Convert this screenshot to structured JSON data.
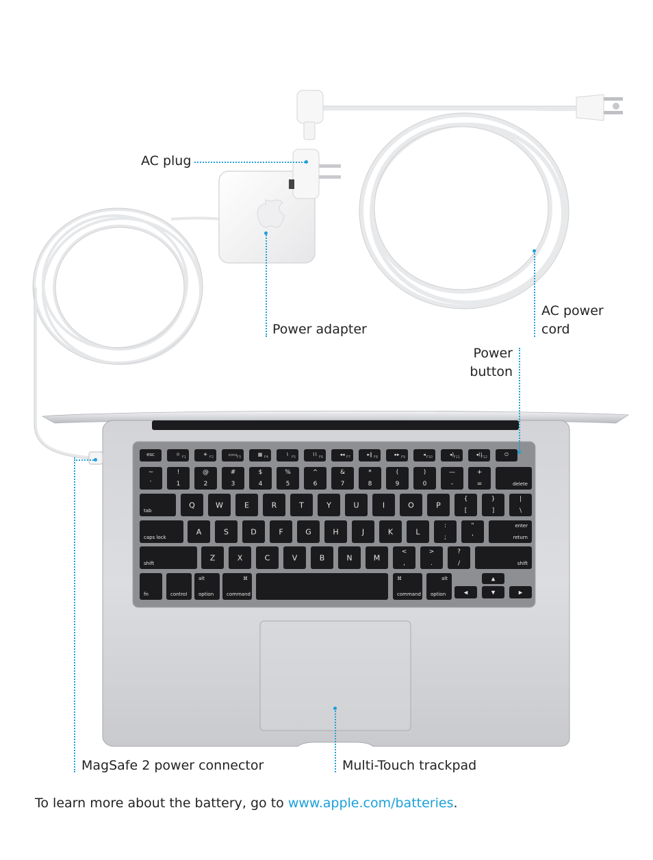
{
  "callouts": {
    "ac_plug": "AC plug",
    "power_adapter": "Power adapter",
    "ac_power_cord_line1": "AC power",
    "ac_power_cord_line2": "cord",
    "power_button_line1": "Power",
    "power_button_line2": "button",
    "magsafe": "MagSafe 2 power connector",
    "trackpad": "Multi-Touch trackpad"
  },
  "footer": {
    "text": "To learn more about the battery, go to ",
    "link": "www.apple.com/batteries",
    "end": "."
  },
  "keyboard": {
    "fn_row": [
      {
        "icon": "esc",
        "n": ""
      },
      {
        "icon": "☼",
        "n": "F1"
      },
      {
        "icon": "☀",
        "n": "F2"
      },
      {
        "icon": "▭▭",
        "n": "F3"
      },
      {
        "icon": "▦",
        "n": "F4"
      },
      {
        "icon": "⌇",
        "n": "F5"
      },
      {
        "icon": "⌇⌇",
        "n": "F6"
      },
      {
        "icon": "◂◂",
        "n": "F7"
      },
      {
        "icon": "▸‖",
        "n": "F8"
      },
      {
        "icon": "▸▸",
        "n": "F9"
      },
      {
        "icon": "◂",
        "n": "F10"
      },
      {
        "icon": "◂)",
        "n": "F11"
      },
      {
        "icon": "◂))",
        "n": "F12"
      },
      {
        "icon": "⏻",
        "n": ""
      }
    ],
    "num_row": [
      {
        "t": "~",
        "b": "`"
      },
      {
        "t": "!",
        "b": "1"
      },
      {
        "t": "@",
        "b": "2"
      },
      {
        "t": "#",
        "b": "3"
      },
      {
        "t": "$",
        "b": "4"
      },
      {
        "t": "%",
        "b": "5"
      },
      {
        "t": "^",
        "b": "6"
      },
      {
        "t": "&",
        "b": "7"
      },
      {
        "t": "*",
        "b": "8"
      },
      {
        "t": "(",
        "b": "9"
      },
      {
        "t": ")",
        "b": "0"
      },
      {
        "t": "—",
        "b": "-"
      },
      {
        "t": "+",
        "b": "="
      }
    ],
    "delete": "delete",
    "tab": "tab",
    "qwerty": [
      "Q",
      "W",
      "E",
      "R",
      "T",
      "Y",
      "U",
      "I",
      "O",
      "P"
    ],
    "bracket_row": [
      {
        "t": "{",
        "b": "["
      },
      {
        "t": "}",
        "b": "]"
      },
      {
        "t": "|",
        "b": "\\"
      }
    ],
    "caps": "caps lock",
    "asdf": [
      "A",
      "S",
      "D",
      "F",
      "G",
      "H",
      "J",
      "K",
      "L"
    ],
    "semi_row": [
      {
        "t": ":",
        "b": ";"
      },
      {
        "t": "\"",
        "b": "'"
      }
    ],
    "enter_top": "enter",
    "enter_bot": "return",
    "shift": "shift",
    "zxcv": [
      "Z",
      "X",
      "C",
      "V",
      "B",
      "N",
      "M"
    ],
    "punct_row": [
      {
        "t": "<",
        "b": ","
      },
      {
        "t": ">",
        "b": "."
      },
      {
        "t": "?",
        "b": "/"
      }
    ],
    "fn": "fn",
    "control": "control",
    "alt": "alt",
    "option": "option",
    "cmd_symbol": "⌘",
    "command": "command",
    "arrow_left": "◂",
    "arrow_up": "▴",
    "arrow_down": "▾",
    "arrow_right": "▸"
  }
}
